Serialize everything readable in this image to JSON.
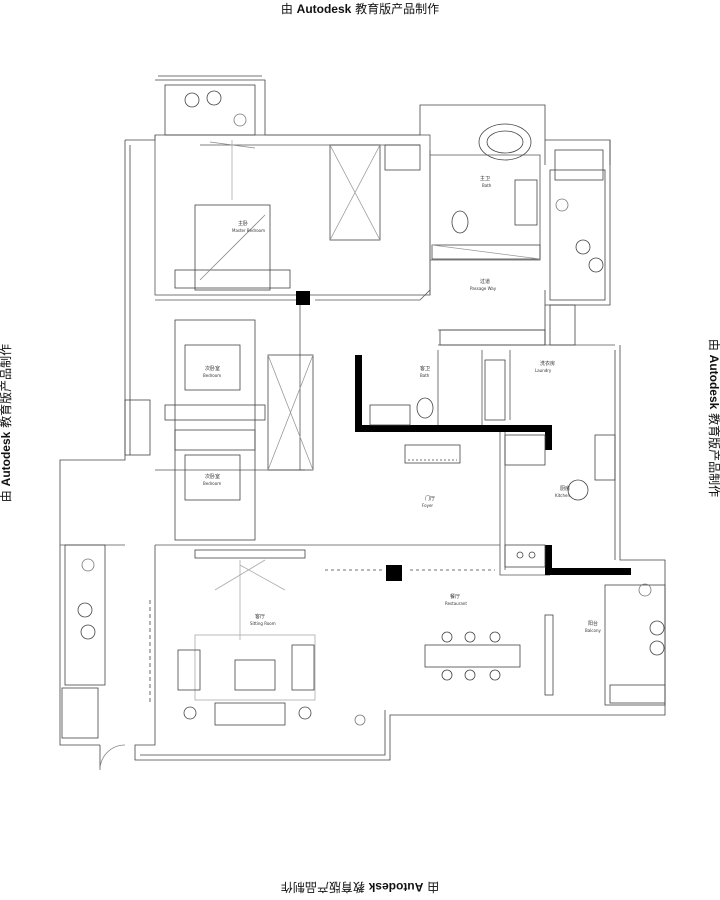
{
  "watermark": {
    "prefix": "由",
    "brand": "Autodesk",
    "suffix": "教育版产品制作"
  },
  "rooms": {
    "master_bedroom": {
      "zh": "主卧",
      "en": "Master Bedroom"
    },
    "master_bath": {
      "zh": "主卫",
      "en": "Bath"
    },
    "hall": {
      "zh": "过道",
      "en": "Passage Way"
    },
    "bedroom1": {
      "zh": "次卧室",
      "en": "Bedroom"
    },
    "bedroom2": {
      "zh": "次卧室",
      "en": "Bedroom"
    },
    "bath2": {
      "zh": "客卫",
      "en": "Bath"
    },
    "laundry": {
      "zh": "洗衣房",
      "en": "Laundry"
    },
    "foyer": {
      "zh": "门厅",
      "en": "Foyer"
    },
    "kitchen": {
      "zh": "厨房",
      "en": "Kitchen"
    },
    "living": {
      "zh": "客厅",
      "en": "Sitting Room"
    },
    "dining": {
      "zh": "餐厅",
      "en": "Restaurant"
    },
    "balcony": {
      "zh": "阳台",
      "en": "Balcony"
    }
  }
}
